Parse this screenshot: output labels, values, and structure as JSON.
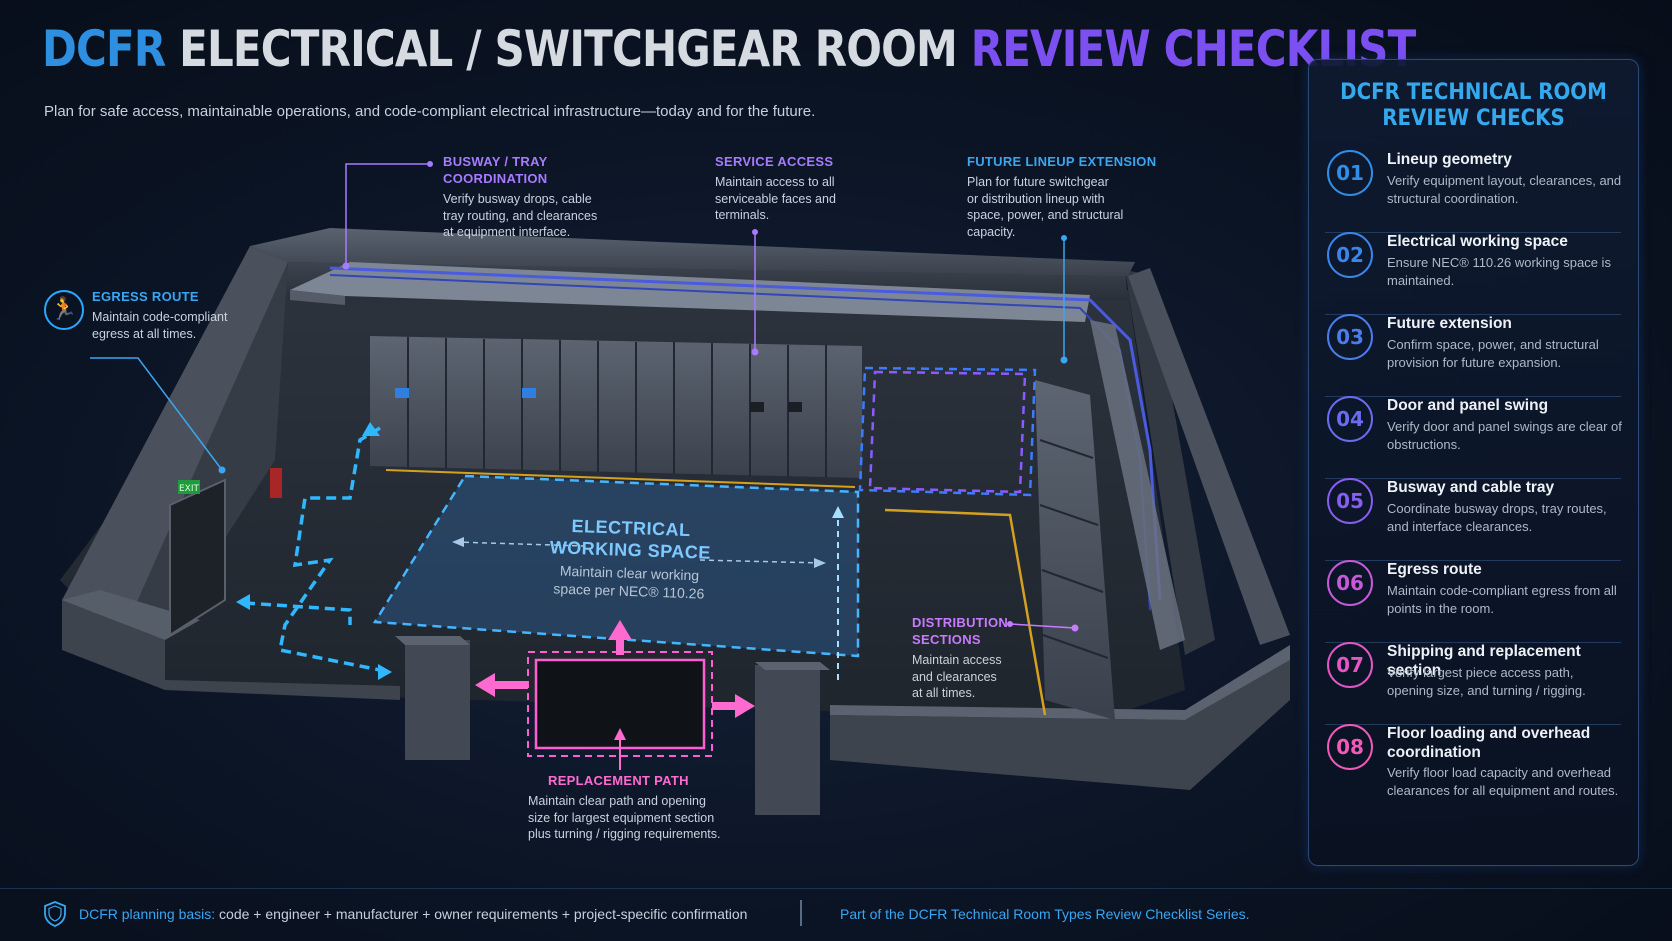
{
  "header": {
    "title_part1": "DCFR",
    "title_part2": "ELECTRICAL / SWITCHGEAR ROOM",
    "title_part3": "REVIEW CHECKLIST",
    "subtitle": "Plan for safe access, maintainable operations, and code-compliant electrical infrastructure—today and for the future."
  },
  "scene": {
    "exit_sign": "EXIT",
    "callouts": {
      "busway": {
        "title_line1": "BUSWAY / TRAY",
        "title_line2": "COORDINATION",
        "l1": "Verify busway drops, cable",
        "l2": "tray routing, and clearances",
        "l3": "at equipment interface."
      },
      "service": {
        "title": "SERVICE ACCESS",
        "l1": "Maintain access to all",
        "l2": "serviceable faces and",
        "l3": "terminals."
      },
      "future": {
        "title": "FUTURE LINEUP EXTENSION",
        "l1": "Plan for future switchgear",
        "l2": "or distribution lineup with",
        "l3": "space, power, and structural",
        "l4": "capacity."
      },
      "egress": {
        "title": "EGRESS ROUTE",
        "l1": "Maintain code-compliant",
        "l2": "egress at all times."
      },
      "distribution": {
        "title_line1": "DISTRIBUTION",
        "title_line2": "SECTIONS",
        "l1": "Maintain access",
        "l2": "and clearances",
        "l3": "at all times."
      },
      "replacement": {
        "title": "REPLACEMENT PATH",
        "l1": "Maintain clear path and opening",
        "l2": "size for largest equipment section",
        "l3": "plus turning / rigging requirements."
      }
    },
    "working_space": {
      "title_l1": "ELECTRICAL",
      "title_l2": "WORKING SPACE",
      "sub_l1": "Maintain clear working",
      "sub_l2": "space per NEC® 110.26"
    }
  },
  "panel": {
    "title_l1": "DCFR TECHNICAL ROOM",
    "title_l2": "REVIEW CHECKS",
    "items": [
      {
        "num": "01",
        "title": "Lineup geometry",
        "desc": "Verify equipment layout, clearances, and structural coordination.",
        "color": "#2f8fe8"
      },
      {
        "num": "02",
        "title": "Electrical working space",
        "desc": "Ensure NEC® 110.26 working space is maintained.",
        "color": "#3a86ea"
      },
      {
        "num": "03",
        "title": "Future extension",
        "desc": "Confirm space, power, and structural provision for future expansion.",
        "color": "#4a7cec"
      },
      {
        "num": "04",
        "title": "Door and panel swing",
        "desc": "Verify door and panel swings are clear of obstructions.",
        "color": "#6a6cf0"
      },
      {
        "num": "05",
        "title": "Busway and cable tray",
        "desc": "Coordinate busway drops, tray routes, and interface clearances.",
        "color": "#865ef0"
      },
      {
        "num": "06",
        "title": "Egress route",
        "desc": "Maintain code-compliant egress from all points in the room.",
        "color": "#c65ad8"
      },
      {
        "num": "07",
        "title": "Shipping and replacement section",
        "desc": "Verify largest piece access path, opening size, and turning / rigging.",
        "color": "#e456c6"
      },
      {
        "num": "08",
        "title": "Floor loading and overhead coordination",
        "desc": "Verify floor load capacity and overhead clearances for all equipment and routes.",
        "color": "#f05ab8"
      }
    ]
  },
  "footer": {
    "left_highlight": "DCFR planning basis:",
    "left_rest": " code + engineer + manufacturer + owner requirements + project-specific confirmation",
    "right": "Part of the DCFR Technical Room Types Review Checklist Series."
  }
}
